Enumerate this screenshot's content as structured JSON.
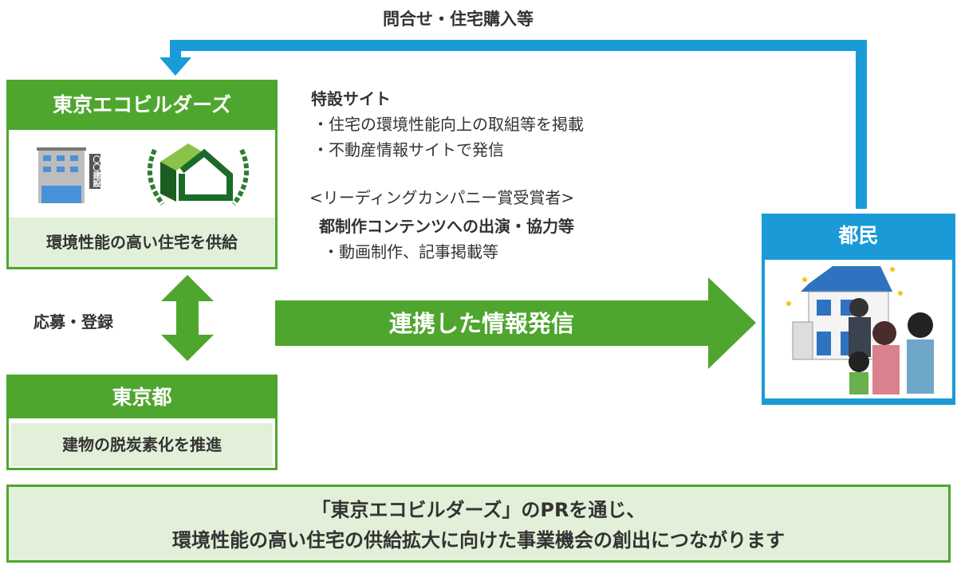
{
  "top_label": "問合せ・住宅購入等",
  "builders": {
    "title": "東京エコビルダーズ",
    "caption": "環境性能の高い住宅を供給",
    "sign_text": "〇〇建設"
  },
  "apply_label": "応募・登録",
  "tokyo": {
    "title": "東京都",
    "caption": "建物の脱炭素化を推進"
  },
  "middle": {
    "site_title": "特設サイト",
    "site_items": [
      "・住宅の環境性能向上の取組等を掲載",
      "・不動産情報サイトで発信"
    ],
    "award_title": "<リーディングカンパニー賞受賞者>",
    "award_subtitle": "都制作コンテンツへの出演・協力等",
    "award_items": [
      "・動画制作、記事掲載等"
    ]
  },
  "arrow_label": "連携した情報発信",
  "citizens": {
    "title": "都民"
  },
  "bottom": {
    "line1": "「東京エコビルダーズ」のPRを通じ、",
    "line2": "環境性能の高い住宅の供給拡大に向けた事業機会の創出につながります"
  },
  "colors": {
    "green": "#4fa62f",
    "light_green": "#e2f0d9",
    "blue": "#1a9bd7"
  }
}
